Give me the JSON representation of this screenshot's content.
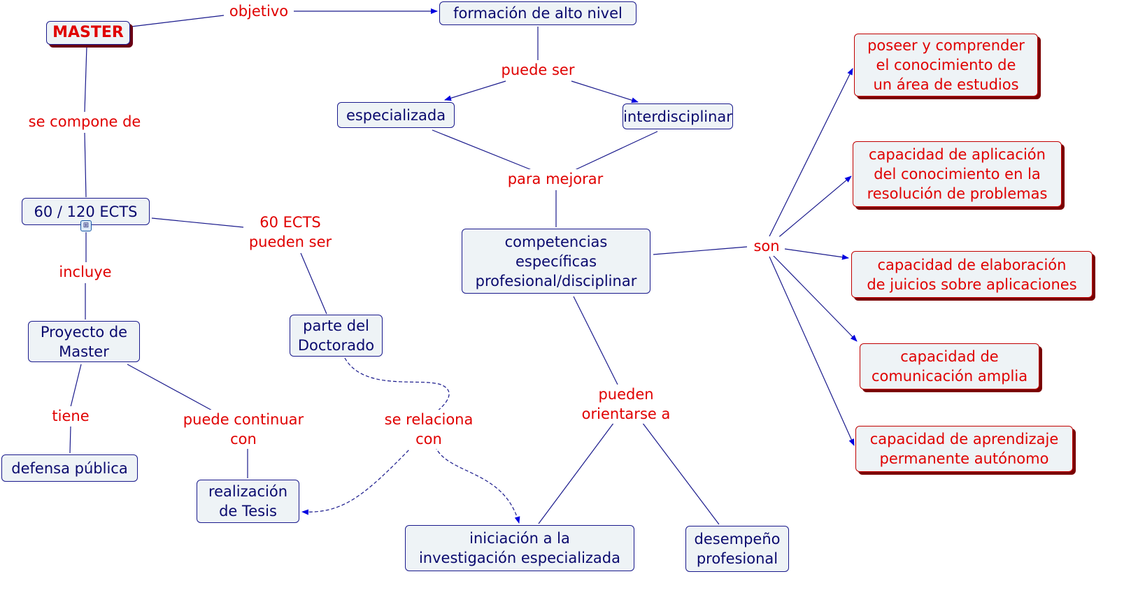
{
  "concepts": {
    "master": "MASTER",
    "formacion": "formación de alto nivel",
    "especializada": "especializada",
    "interdisciplinar": "interdisciplinar",
    "ects": "60 / 120 ECTS",
    "competencias": "competencias\nespecíficas\nprofesional/disciplinar",
    "proyecto": "Proyecto de\nMaster",
    "doctorado": "parte del\nDoctorado",
    "defensa": "defensa pública",
    "tesis": "realización\nde Tesis",
    "iniciacion": "iniciación a la\ninvestigación especializada",
    "desempeno": "desempeño\nprofesional",
    "poseer": "poseer y comprender\nel conocimiento de\nun área de estudios",
    "aplicacion": "capacidad de aplicación\ndel conocimiento en la\nresolución de problemas",
    "elaboracion": "capacidad de elaboración\nde juicios sobre aplicaciones",
    "comunicacion": "capacidad de\ncomunicación amplia",
    "aprendizaje": "capacidad de aprendizaje\npermanente autónomo"
  },
  "linking_phrases": {
    "objetivo": "objetivo",
    "puede_ser": "puede ser",
    "se_compone_de": "se compone de",
    "para_mejorar": "para mejorar",
    "pueden_ser": "60 ECTS\npueden ser",
    "son": "son",
    "incluye": "incluye",
    "tiene": "tiene",
    "puede_continuar": "puede continuar\ncon",
    "se_relaciona": "se relaciona\ncon",
    "pueden_orientarse": "pueden\norientarse a"
  },
  "icons": {
    "submap": "submap-icon"
  },
  "colors": {
    "concept_text": "#0a0a6e",
    "link_text": "#e00000",
    "line": "#1a1a8c",
    "node_bg": "#eef3f6"
  }
}
